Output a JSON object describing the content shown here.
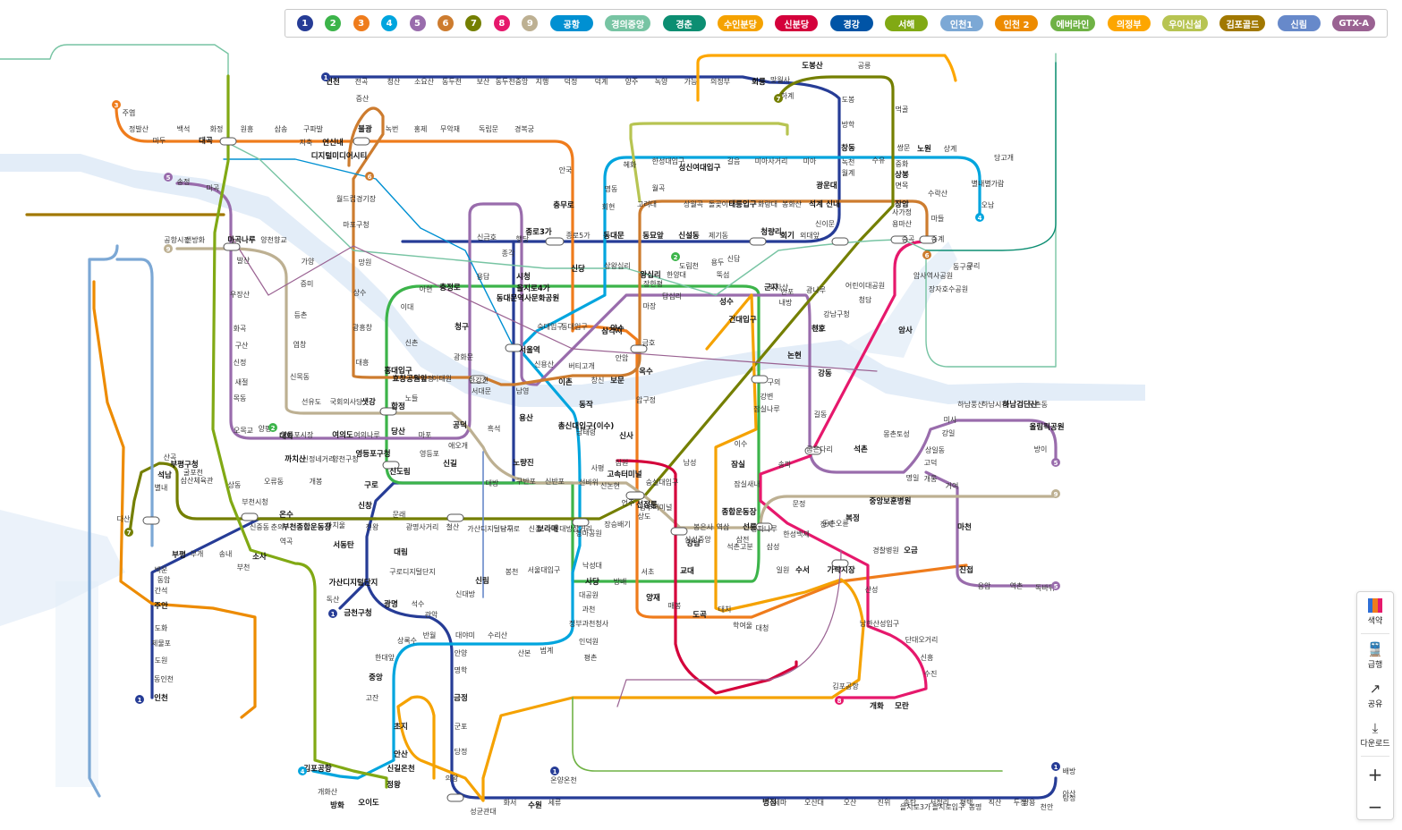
{
  "legend": [
    {
      "label": "1",
      "color": "#263C96"
    },
    {
      "label": "2",
      "color": "#3CB44A"
    },
    {
      "label": "3",
      "color": "#EF7C1C"
    },
    {
      "label": "4",
      "color": "#00A5DE"
    },
    {
      "label": "5",
      "color": "#996CAC"
    },
    {
      "label": "6",
      "color": "#CD7C2F"
    },
    {
      "label": "7",
      "color": "#747F00"
    },
    {
      "label": "8",
      "color": "#E6186C"
    },
    {
      "label": "9",
      "color": "#BDB092"
    },
    {
      "label": "공항",
      "color": "#0090D2"
    },
    {
      "label": "경의중앙",
      "color": "#77C4A3"
    },
    {
      "label": "경춘",
      "color": "#0C8E72"
    },
    {
      "label": "수인분당",
      "color": "#F5A200"
    },
    {
      "label": "신분당",
      "color": "#D4003B"
    },
    {
      "label": "경강",
      "color": "#0054A6"
    },
    {
      "label": "서해",
      "color": "#81A914"
    },
    {
      "label": "인천1",
      "color": "#7CA8D5"
    },
    {
      "label": "인천 2",
      "color": "#ED8B00"
    },
    {
      "label": "에버라인",
      "color": "#6FB245"
    },
    {
      "label": "의정부",
      "color": "#FDA600"
    },
    {
      "label": "우이신설",
      "color": "#B7C452"
    },
    {
      "label": "김포골드",
      "color": "#A17800"
    },
    {
      "label": "신림",
      "color": "#6789CA"
    },
    {
      "label": "GTX-A",
      "color": "#9A6292"
    }
  ],
  "tools": {
    "color": "색약",
    "express": "급행",
    "share": "공유",
    "download": "다운로드",
    "zoom_in": "+",
    "zoom_out": "−"
  },
  "map": {
    "lines": [
      {
        "id": "l1",
        "color": "#263C96"
      },
      {
        "id": "l2",
        "color": "#3CB44A"
      },
      {
        "id": "l3",
        "color": "#EF7C1C"
      },
      {
        "id": "l4",
        "color": "#00A5DE"
      },
      {
        "id": "l5",
        "color": "#996CAC"
      },
      {
        "id": "l6",
        "color": "#CD7C2F"
      },
      {
        "id": "l7",
        "color": "#747F00"
      },
      {
        "id": "l8",
        "color": "#E6186C"
      },
      {
        "id": "l9",
        "color": "#BDB092"
      },
      {
        "id": "gj",
        "color": "#77C4A3"
      },
      {
        "id": "sb",
        "color": "#F5A200"
      },
      {
        "id": "sbd",
        "color": "#D4003B"
      },
      {
        "id": "sh",
        "color": "#81A914"
      },
      {
        "id": "ui",
        "color": "#FDA600"
      },
      {
        "id": "uis",
        "color": "#B7C452"
      },
      {
        "id": "kg",
        "color": "#A17800"
      },
      {
        "id": "i1",
        "color": "#7CA8D5"
      },
      {
        "id": "i2",
        "color": "#ED8B00"
      },
      {
        "id": "ev",
        "color": "#6FB245"
      },
      {
        "id": "kc",
        "color": "#0C8E72"
      },
      {
        "id": "gtx",
        "color": "#9A6292"
      },
      {
        "id": "sl",
        "color": "#6789CA"
      },
      {
        "id": "kk",
        "color": "#0054A6"
      }
    ],
    "stations": [
      {
        "t": "연천",
        "b": true
      },
      {
        "t": "전곡"
      },
      {
        "t": "청산"
      },
      {
        "t": "소요산"
      },
      {
        "t": "동두천"
      },
      {
        "t": "보산"
      },
      {
        "t": "동두천중앙"
      },
      {
        "t": "지행"
      },
      {
        "t": "덕정"
      },
      {
        "t": "덕계"
      },
      {
        "t": "양주"
      },
      {
        "t": "녹양"
      },
      {
        "t": "가능"
      },
      {
        "t": "의정부"
      },
      {
        "t": "회룡",
        "b": true
      },
      {
        "t": "망월사"
      },
      {
        "t": "도봉산",
        "b": true
      },
      {
        "t": "도봉"
      },
      {
        "t": "방학"
      },
      {
        "t": "창동",
        "b": true
      },
      {
        "t": "녹천"
      },
      {
        "t": "월계"
      },
      {
        "t": "광운대",
        "b": true
      },
      {
        "t": "석계",
        "b": true
      },
      {
        "t": "신이문"
      },
      {
        "t": "외대앞"
      },
      {
        "t": "회기",
        "b": true
      },
      {
        "t": "청량리",
        "b": true
      },
      {
        "t": "제기동"
      },
      {
        "t": "신설동",
        "b": true
      },
      {
        "t": "동묘앞",
        "b": true
      },
      {
        "t": "동대문",
        "b": true
      },
      {
        "t": "종로5가"
      },
      {
        "t": "종로3가",
        "b": true
      },
      {
        "t": "종각"
      },
      {
        "t": "시청",
        "b": true
      },
      {
        "t": "서울역",
        "b": true
      },
      {
        "t": "남영"
      },
      {
        "t": "용산",
        "b": true
      },
      {
        "t": "노량진",
        "b": true
      },
      {
        "t": "대방"
      },
      {
        "t": "신길",
        "b": true
      },
      {
        "t": "영등포"
      },
      {
        "t": "신도림",
        "b": true
      },
      {
        "t": "구로",
        "b": true
      },
      {
        "t": "개봉"
      },
      {
        "t": "오류동"
      },
      {
        "t": "온수",
        "b": true
      },
      {
        "t": "역곡"
      },
      {
        "t": "소사",
        "b": true
      },
      {
        "t": "부천"
      },
      {
        "t": "송내"
      },
      {
        "t": "부개"
      },
      {
        "t": "부평",
        "b": true
      },
      {
        "t": "백운"
      },
      {
        "t": "동암"
      },
      {
        "t": "간석"
      },
      {
        "t": "주안",
        "b": true
      },
      {
        "t": "도화"
      },
      {
        "t": "제물포"
      },
      {
        "t": "도원"
      },
      {
        "t": "동인천"
      },
      {
        "t": "인천",
        "b": true
      },
      {
        "t": "탕정"
      },
      {
        "t": "천안"
      },
      {
        "t": "두정"
      },
      {
        "t": "직산"
      },
      {
        "t": "평택"
      },
      {
        "t": "서정리"
      },
      {
        "t": "송탄"
      },
      {
        "t": "진위"
      },
      {
        "t": "오산"
      },
      {
        "t": "오산대"
      },
      {
        "t": "세마"
      },
      {
        "t": "병점",
        "b": true
      },
      {
        "t": "세류"
      },
      {
        "t": "수원",
        "b": true
      },
      {
        "t": "화서"
      },
      {
        "t": "성균관대"
      },
      {
        "t": "의왕"
      },
      {
        "t": "당정"
      },
      {
        "t": "군포"
      },
      {
        "t": "금정",
        "b": true
      },
      {
        "t": "명학"
      },
      {
        "t": "안양"
      },
      {
        "t": "관악"
      },
      {
        "t": "석수"
      },
      {
        "t": "광명",
        "b": true
      },
      {
        "t": "금천구청",
        "b": true
      },
      {
        "t": "독산"
      },
      {
        "t": "가산디지털단지",
        "b": true
      },
      {
        "t": "서동탄",
        "b": true
      },
      {
        "t": "신창",
        "b": true
      },
      {
        "t": "온양온천"
      },
      {
        "t": "배방"
      },
      {
        "t": "아산"
      },
      {
        "t": "쌍용"
      },
      {
        "t": "봉명"
      },
      {
        "t": "을지로입구"
      },
      {
        "t": "을지로3가"
      },
      {
        "t": "을지로4가",
        "b": true
      },
      {
        "t": "동대문역사문화공원",
        "b": true
      },
      {
        "t": "신당",
        "b": true
      },
      {
        "t": "상왕십리"
      },
      {
        "t": "왕십리",
        "b": true
      },
      {
        "t": "한양대"
      },
      {
        "t": "뚝섬"
      },
      {
        "t": "성수",
        "b": true
      },
      {
        "t": "건대입구",
        "b": true
      },
      {
        "t": "구의"
      },
      {
        "t": "강변"
      },
      {
        "t": "잠실나루"
      },
      {
        "t": "잠실",
        "b": true
      },
      {
        "t": "잠실새내"
      },
      {
        "t": "종합운동장",
        "b": true
      },
      {
        "t": "삼성"
      },
      {
        "t": "선릉",
        "b": true
      },
      {
        "t": "역삼"
      },
      {
        "t": "강남",
        "b": true
      },
      {
        "t": "교대",
        "b": true
      },
      {
        "t": "서초"
      },
      {
        "t": "방배"
      },
      {
        "t": "사당",
        "b": true
      },
      {
        "t": "낙성대"
      },
      {
        "t": "서울대입구"
      },
      {
        "t": "봉천"
      },
      {
        "t": "신림",
        "b": true
      },
      {
        "t": "신대방"
      },
      {
        "t": "구로디지털단지"
      },
      {
        "t": "대림",
        "b": true
      },
      {
        "t": "문래"
      },
      {
        "t": "영등포구청",
        "b": true
      },
      {
        "t": "당산",
        "b": true
      },
      {
        "t": "합정",
        "b": true
      },
      {
        "t": "홍대입구",
        "b": true
      },
      {
        "t": "신촌"
      },
      {
        "t": "이대"
      },
      {
        "t": "아현"
      },
      {
        "t": "충정로",
        "b": true
      },
      {
        "t": "용답"
      },
      {
        "t": "신답"
      },
      {
        "t": "용두"
      },
      {
        "t": "도림천"
      },
      {
        "t": "양천구청"
      },
      {
        "t": "신정네거리"
      },
      {
        "t": "까치산",
        "b": true
      },
      {
        "t": "대화",
        "b": true
      },
      {
        "t": "주엽"
      },
      {
        "t": "정발산"
      },
      {
        "t": "마두"
      },
      {
        "t": "백석"
      },
      {
        "t": "대곡",
        "b": true
      },
      {
        "t": "화정"
      },
      {
        "t": "원흥"
      },
      {
        "t": "삼송"
      },
      {
        "t": "지축"
      },
      {
        "t": "구파발"
      },
      {
        "t": "연신내",
        "b": true
      },
      {
        "t": "불광",
        "b": true
      },
      {
        "t": "녹번"
      },
      {
        "t": "홍제"
      },
      {
        "t": "무악재"
      },
      {
        "t": "독립문"
      },
      {
        "t": "경복궁"
      },
      {
        "t": "안국"
      },
      {
        "t": "충무로",
        "b": true
      },
      {
        "t": "동대입구"
      },
      {
        "t": "약수",
        "b": true
      },
      {
        "t": "금호"
      },
      {
        "t": "옥수",
        "b": true
      },
      {
        "t": "압구정"
      },
      {
        "t": "신사",
        "b": true
      },
      {
        "t": "잠원"
      },
      {
        "t": "고속터미널",
        "b": true
      },
      {
        "t": "남부터미널"
      },
      {
        "t": "양재",
        "b": true
      },
      {
        "t": "매봉"
      },
      {
        "t": "도곡",
        "b": true
      },
      {
        "t": "대치"
      },
      {
        "t": "학여울"
      },
      {
        "t": "대청"
      },
      {
        "t": "일원"
      },
      {
        "t": "수서",
        "b": true
      },
      {
        "t": "가락시장",
        "b": true
      },
      {
        "t": "경찰병원"
      },
      {
        "t": "오금",
        "b": true
      },
      {
        "t": "진접",
        "b": true
      },
      {
        "t": "오남"
      },
      {
        "t": "별내별가람"
      },
      {
        "t": "당고개"
      },
      {
        "t": "상계"
      },
      {
        "t": "노원",
        "b": true
      },
      {
        "t": "쌍문"
      },
      {
        "t": "수유"
      },
      {
        "t": "미아"
      },
      {
        "t": "미아사거리"
      },
      {
        "t": "길음"
      },
      {
        "t": "성신여대입구",
        "b": true
      },
      {
        "t": "한성대입구"
      },
      {
        "t": "혜화"
      },
      {
        "t": "명동"
      },
      {
        "t": "회현"
      },
      {
        "t": "숙대입구"
      },
      {
        "t": "삼각지",
        "b": true
      },
      {
        "t": "신용산"
      },
      {
        "t": "이촌",
        "b": true
      },
      {
        "t": "동작",
        "b": true
      },
      {
        "t": "총신대입구(이수)",
        "b": true
      },
      {
        "t": "남태령"
      },
      {
        "t": "선바위"
      },
      {
        "t": "경마공원"
      },
      {
        "t": "대공원"
      },
      {
        "t": "과천"
      },
      {
        "t": "정부과천청사"
      },
      {
        "t": "인덕원"
      },
      {
        "t": "평촌"
      },
      {
        "t": "범계"
      },
      {
        "t": "산본"
      },
      {
        "t": "수리산"
      },
      {
        "t": "대야미"
      },
      {
        "t": "반월"
      },
      {
        "t": "상록수"
      },
      {
        "t": "한대앞"
      },
      {
        "t": "중앙",
        "b": true
      },
      {
        "t": "고잔"
      },
      {
        "t": "초지",
        "b": true
      },
      {
        "t": "안산",
        "b": true
      },
      {
        "t": "신길온천",
        "b": true
      },
      {
        "t": "정왕",
        "b": true
      },
      {
        "t": "오이도",
        "b": true
      },
      {
        "t": "방화",
        "b": true
      },
      {
        "t": "개화산"
      },
      {
        "t": "김포공항",
        "b": true
      },
      {
        "t": "송정"
      },
      {
        "t": "마곡"
      },
      {
        "t": "발산"
      },
      {
        "t": "우장산"
      },
      {
        "t": "화곡"
      },
      {
        "t": "신정"
      },
      {
        "t": "목동"
      },
      {
        "t": "오목교"
      },
      {
        "t": "양평"
      },
      {
        "t": "영등포시장"
      },
      {
        "t": "여의도",
        "b": true
      },
      {
        "t": "여의나루"
      },
      {
        "t": "마포"
      },
      {
        "t": "공덕",
        "b": true
      },
      {
        "t": "애오개"
      },
      {
        "t": "서대문"
      },
      {
        "t": "광화문"
      },
      {
        "t": "청구",
        "b": true
      },
      {
        "t": "신금호"
      },
      {
        "t": "행당"
      },
      {
        "t": "마장"
      },
      {
        "t": "답십리"
      },
      {
        "t": "장한평"
      },
      {
        "t": "군자",
        "b": true
      },
      {
        "t": "아차산"
      },
      {
        "t": "광나루"
      },
      {
        "t": "천호",
        "b": true
      },
      {
        "t": "강동",
        "b": true
      },
      {
        "t": "길동"
      },
      {
        "t": "굽은다리"
      },
      {
        "t": "명일"
      },
      {
        "t": "고덕"
      },
      {
        "t": "상일동"
      },
      {
        "t": "강일"
      },
      {
        "t": "미사"
      },
      {
        "t": "하남풍산"
      },
      {
        "t": "하남시청"
      },
      {
        "t": "하남검단산",
        "b": true
      },
      {
        "t": "둔촌동"
      },
      {
        "t": "올림픽공원",
        "b": true
      },
      {
        "t": "방이"
      },
      {
        "t": "개롱"
      },
      {
        "t": "거여"
      },
      {
        "t": "마천",
        "b": true
      },
      {
        "t": "응암"
      },
      {
        "t": "역촌"
      },
      {
        "t": "독바위"
      },
      {
        "t": "구산"
      },
      {
        "t": "새절"
      },
      {
        "t": "증산"
      },
      {
        "t": "디지털미디어시티",
        "b": true
      },
      {
        "t": "월드컵경기장"
      },
      {
        "t": "마포구청"
      },
      {
        "t": "망원"
      },
      {
        "t": "상수"
      },
      {
        "t": "광흥창"
      },
      {
        "t": "대흥"
      },
      {
        "t": "효창공원앞",
        "b": true
      },
      {
        "t": "녹사평"
      },
      {
        "t": "이태원"
      },
      {
        "t": "한강진"
      },
      {
        "t": "버티고개"
      },
      {
        "t": "창신"
      },
      {
        "t": "보문",
        "b": true
      },
      {
        "t": "안암"
      },
      {
        "t": "고려대"
      },
      {
        "t": "월곡"
      },
      {
        "t": "상월곡"
      },
      {
        "t": "돌곶이"
      },
      {
        "t": "태릉입구",
        "b": true
      },
      {
        "t": "화랑대"
      },
      {
        "t": "봉화산"
      },
      {
        "t": "신내",
        "b": true
      },
      {
        "t": "장암",
        "b": true
      },
      {
        "t": "수락산"
      },
      {
        "t": "마들"
      },
      {
        "t": "중계"
      },
      {
        "t": "하계"
      },
      {
        "t": "공릉"
      },
      {
        "t": "먹골"
      },
      {
        "t": "중화"
      },
      {
        "t": "상봉",
        "b": true
      },
      {
        "t": "면목"
      },
      {
        "t": "사가정"
      },
      {
        "t": "용마산"
      },
      {
        "t": "중곡"
      },
      {
        "t": "어린이대공원"
      },
      {
        "t": "청담"
      },
      {
        "t": "강남구청"
      },
      {
        "t": "학동"
      },
      {
        "t": "논현",
        "b": true
      },
      {
        "t": "반포"
      },
      {
        "t": "내방"
      },
      {
        "t": "이수"
      },
      {
        "t": "남성"
      },
      {
        "t": "숭실대입구"
      },
      {
        "t": "상도"
      },
      {
        "t": "장승배기"
      },
      {
        "t": "신대방삼거리"
      },
      {
        "t": "보라매",
        "b": true
      },
      {
        "t": "신풍"
      },
      {
        "t": "남구로"
      },
      {
        "t": "가산디지털단지"
      },
      {
        "t": "철산"
      },
      {
        "t": "광명사거리"
      },
      {
        "t": "천왕"
      },
      {
        "t": "까치울"
      },
      {
        "t": "부천종합운동장",
        "b": true
      },
      {
        "t": "춘의"
      },
      {
        "t": "신중동"
      },
      {
        "t": "부천시청"
      },
      {
        "t": "상동"
      },
      {
        "t": "삼산체육관"
      },
      {
        "t": "굴포천"
      },
      {
        "t": "부평구청",
        "b": true
      },
      {
        "t": "산곡"
      },
      {
        "t": "석남",
        "b": true
      },
      {
        "t": "별내"
      },
      {
        "t": "다산"
      },
      {
        "t": "동구릉"
      },
      {
        "t": "구리"
      },
      {
        "t": "장자호수공원"
      },
      {
        "t": "암사역사공원"
      },
      {
        "t": "암사",
        "b": true
      },
      {
        "t": "몽촌토성"
      },
      {
        "t": "석촌",
        "b": true
      },
      {
        "t": "송파"
      },
      {
        "t": "문정"
      },
      {
        "t": "장지"
      },
      {
        "t": "복정",
        "b": true
      },
      {
        "t": "산성"
      },
      {
        "t": "남한산성입구"
      },
      {
        "t": "단대오거리"
      },
      {
        "t": "신흥"
      },
      {
        "t": "수진"
      },
      {
        "t": "모란",
        "b": true
      },
      {
        "t": "개화",
        "b": true
      },
      {
        "t": "김포공항"
      },
      {
        "t": "공항시장"
      },
      {
        "t": "신방화"
      },
      {
        "t": "마곡나루",
        "b": true
      },
      {
        "t": "양천향교"
      },
      {
        "t": "가양"
      },
      {
        "t": "증미"
      },
      {
        "t": "등촌"
      },
      {
        "t": "염창"
      },
      {
        "t": "신목동"
      },
      {
        "t": "선유도"
      },
      {
        "t": "국회의사당"
      },
      {
        "t": "샛강",
        "b": true
      },
      {
        "t": "노들"
      },
      {
        "t": "흑석"
      },
      {
        "t": "구반포"
      },
      {
        "t": "신반포"
      },
      {
        "t": "사평"
      },
      {
        "t": "신논현"
      },
      {
        "t": "언주"
      },
      {
        "t": "선정릉",
        "b": true
      },
      {
        "t": "삼성중앙"
      },
      {
        "t": "봉은사"
      },
      {
        "t": "삼전"
      },
      {
        "t": "석촌고분"
      },
      {
        "t": "송파나루"
      },
      {
        "t": "한성백제"
      },
      {
        "t": "둔촌오륜"
      },
      {
        "t": "중앙보훈병원",
        "b": true
      }
    ]
  }
}
